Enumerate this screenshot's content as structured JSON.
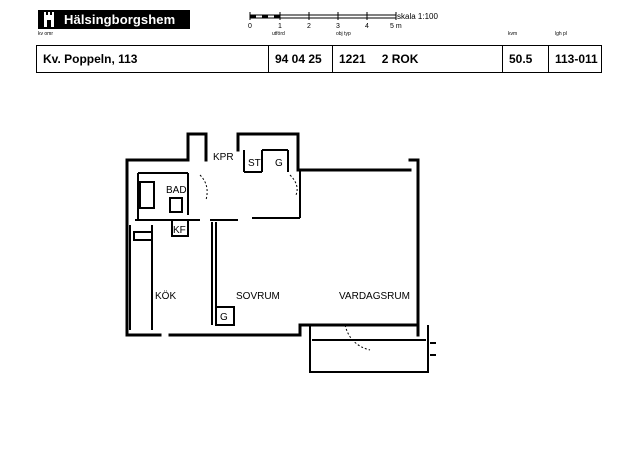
{
  "logo": {
    "name": "Hälsingborgshem",
    "mark": "castle-logo"
  },
  "scale": {
    "label": "skala 1:100",
    "ticks": [
      "0",
      "1",
      "2",
      "3",
      "4",
      "5 m"
    ]
  },
  "header_labels": {
    "kv_omr": "kv omr",
    "utford": "utförd",
    "obj_typ": "obj typ",
    "kvm": "kvm",
    "lgh_pl": "lgh pl"
  },
  "info": {
    "property": "Kv. Poppeln, 113",
    "date": "94 04 25",
    "type_code": "1221",
    "rooms": "2 ROK",
    "area": "50.5",
    "apartment": "113-011"
  },
  "rooms": {
    "kpr": "KPR",
    "st": "ST",
    "g_top": "G",
    "bad": "BAD",
    "kf": "KF",
    "kok": "KÖK",
    "sovrum": "SOVRUM",
    "g_bottom": "G",
    "vardagsrum": "VARDAGSRUM"
  }
}
